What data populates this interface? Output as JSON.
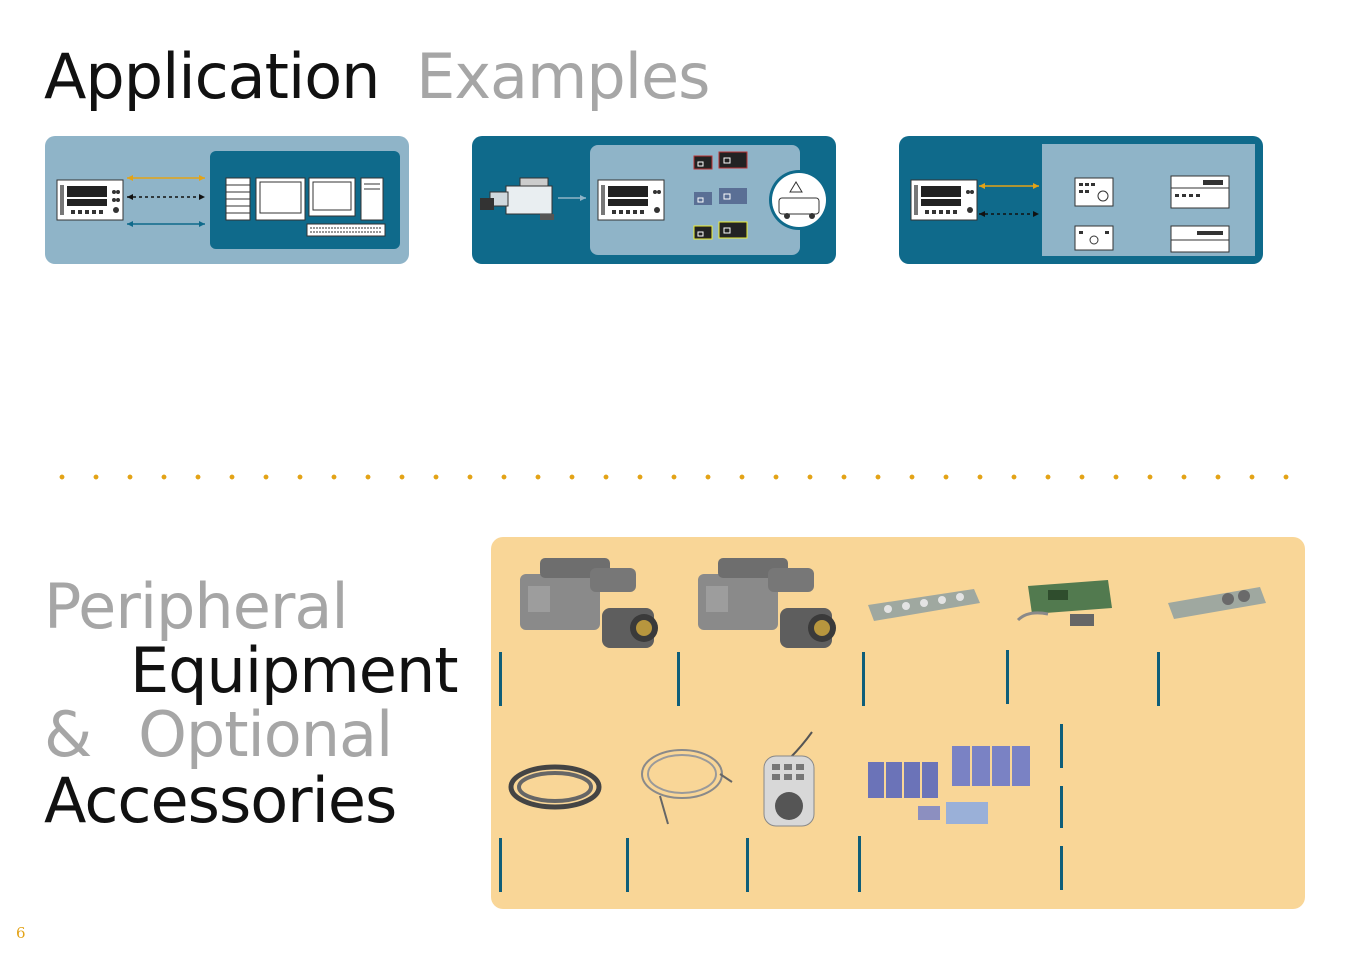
{
  "title": {
    "part1": "Application",
    "part2": "Examples"
  },
  "section2": {
    "line1": "Peripheral",
    "line2": "Equipment",
    "line3a": "&",
    "line3b": "Optional",
    "line4": "Accessories"
  },
  "page_number": "6",
  "colors": {
    "teal": "#0f6a8b",
    "light_teal": "#8fb4c8",
    "accent": "#e3a317",
    "accessory_bg": "#f9d697",
    "title_grey": "#a6a6a6"
  },
  "diagram_icons": {
    "example1": [
      "recorder-icon",
      "storage-rack-icon",
      "monitor-icon",
      "computer-icon",
      "keyboard-icon"
    ],
    "example2": [
      "camcorder-icon",
      "recorder-icon",
      "screen-thumb-icon",
      "satellite-van-icon"
    ],
    "example3": [
      "recorder-icon",
      "edit-controller-icon",
      "vtr-deck-icon"
    ]
  },
  "accessory_images": {
    "row1": [
      "camcorder-photo",
      "camcorder-photo",
      "interface-board-photo",
      "circuit-board-photo",
      "interface-board-photo"
    ],
    "row2": [
      "cable-coil-photo",
      "thin-cable-photo",
      "remote-controller-photo",
      "disc-cartridge-photo"
    ]
  }
}
